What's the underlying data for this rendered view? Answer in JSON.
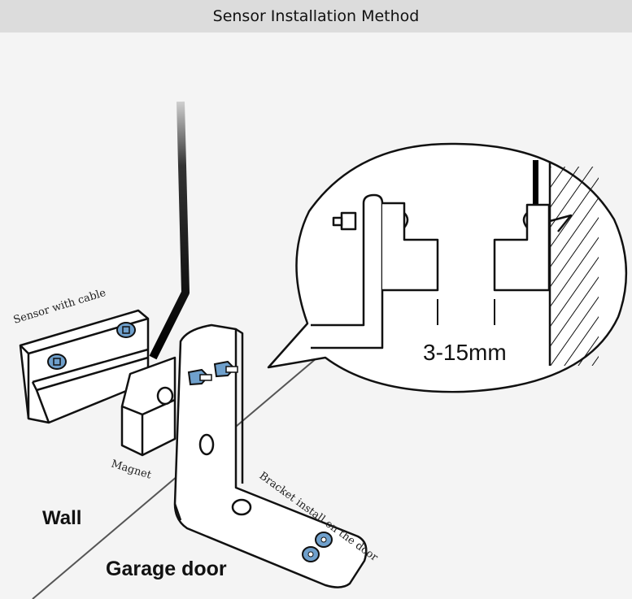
{
  "header": {
    "title": "Sensor Installation Method"
  },
  "labels": {
    "sensor": "Sensor with cable",
    "magnet": "Magnet",
    "bracket": "Bracket install on the door",
    "wall": "Wall",
    "garage_door": "Garage door",
    "gap": "3-15mm"
  },
  "colors": {
    "header_bg": "#dcdcdc",
    "line": "#111111",
    "screw": "#6fa0cc"
  }
}
